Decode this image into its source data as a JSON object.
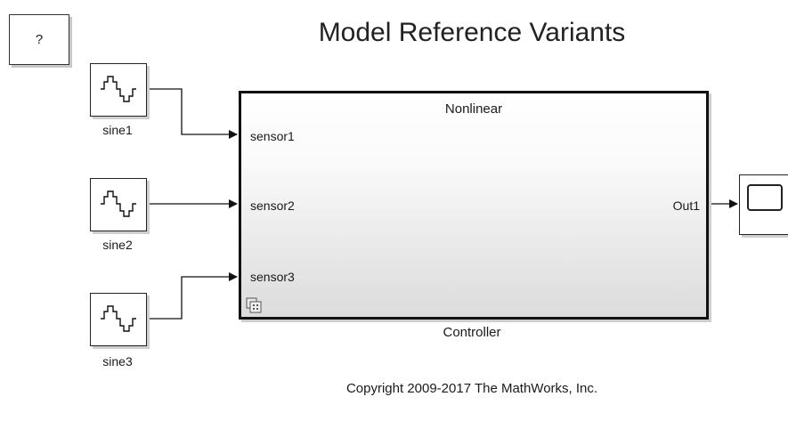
{
  "diagram": {
    "title": "Model Reference Variants",
    "help_block": {
      "label": "?"
    },
    "sources": [
      {
        "name": "sine1"
      },
      {
        "name": "sine2"
      },
      {
        "name": "sine3"
      }
    ],
    "controller": {
      "name": "Controller",
      "active_variant": "Nonlinear",
      "inputs": [
        "sensor1",
        "sensor2",
        "sensor3"
      ],
      "outputs": [
        "Out1"
      ],
      "icon": "model-reference-icon"
    },
    "scope": {
      "icon": "scope-icon"
    },
    "copyright": "Copyright 2009-2017 The MathWorks, Inc."
  }
}
